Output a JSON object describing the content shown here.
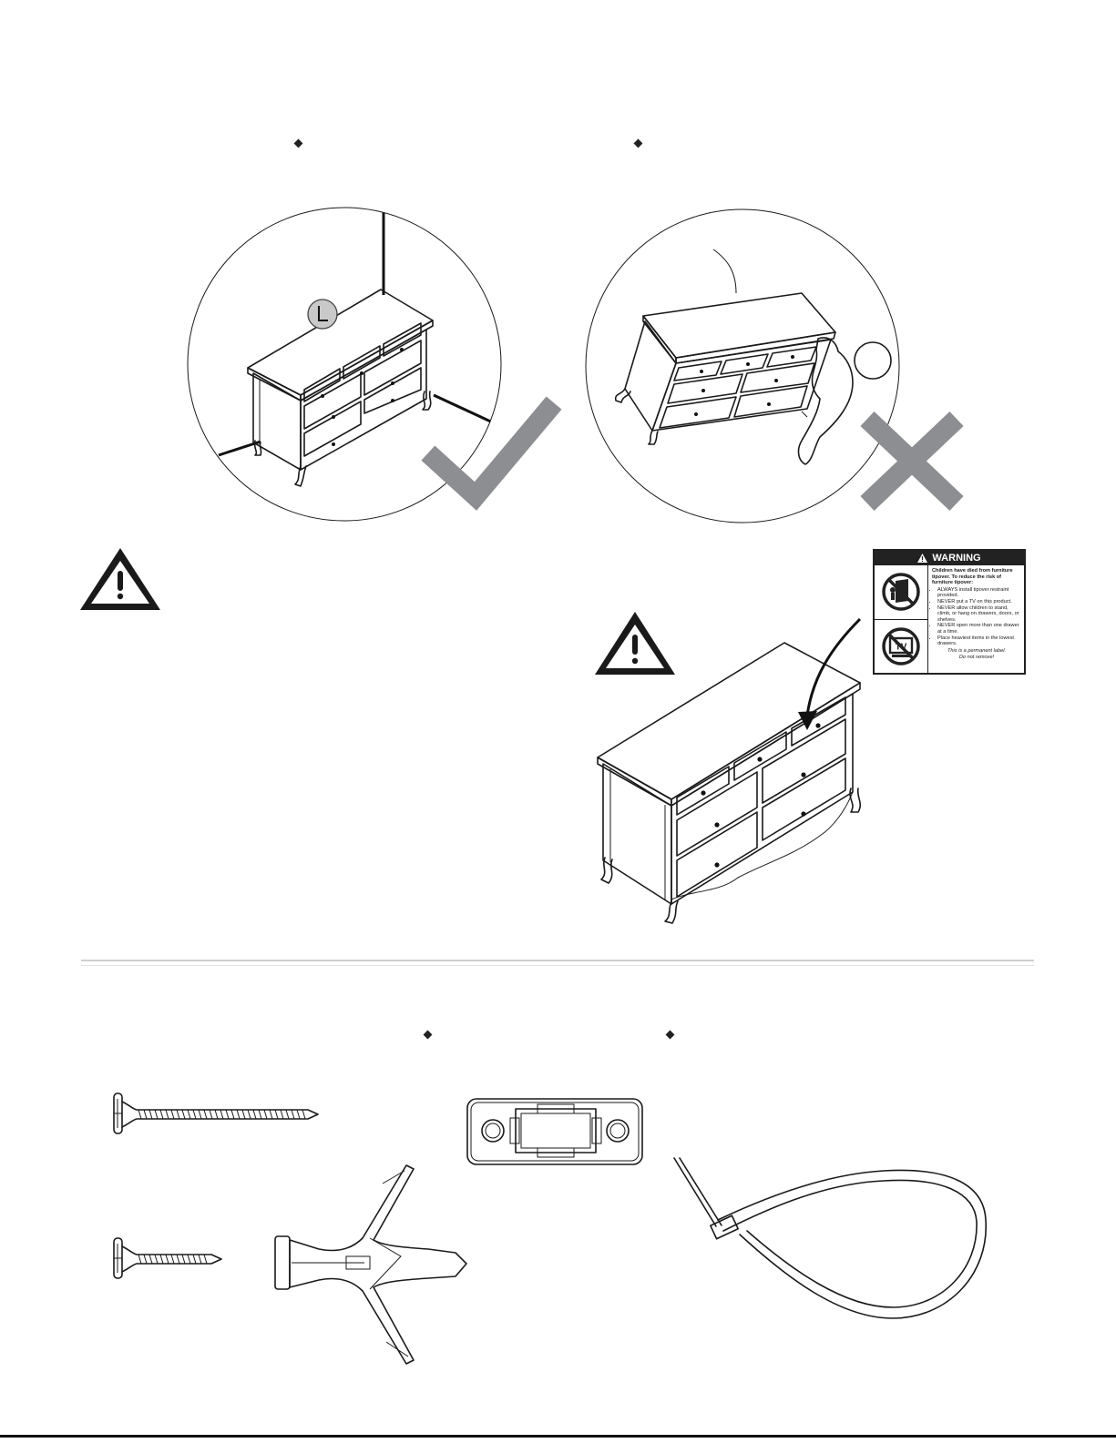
{
  "warning_label": {
    "title": "WARNING",
    "intro": "Children have died from furniture tipover. To reduce the risk of furniture tipover:",
    "items": [
      "ALWAYS install tipover restraint provided.",
      "NEVER put a TV on this product.",
      "NEVER allow children to stand, climb, or hang on drawers, doors, or shelves.",
      "NEVER open more than one drawer at a time.",
      "Place heaviest items in the lowest drawers."
    ],
    "footer_line1": "This is a permanent label.",
    "footer_line2": "Do not remove!",
    "tv_text": "TV"
  },
  "icons": {
    "diamonds": [
      "diamond-bullet",
      "diamond-bullet",
      "diamond-bullet",
      "diamond-bullet"
    ],
    "warning_triangles": [
      "warning-triangle-icon",
      "warning-triangle-icon"
    ],
    "check": "check-mark-icon",
    "cross": "x-mark-icon"
  },
  "colors": {
    "ink": "#1a1a1a",
    "mark_gray": "#8d8e92",
    "rule": "#cfcfcf"
  }
}
